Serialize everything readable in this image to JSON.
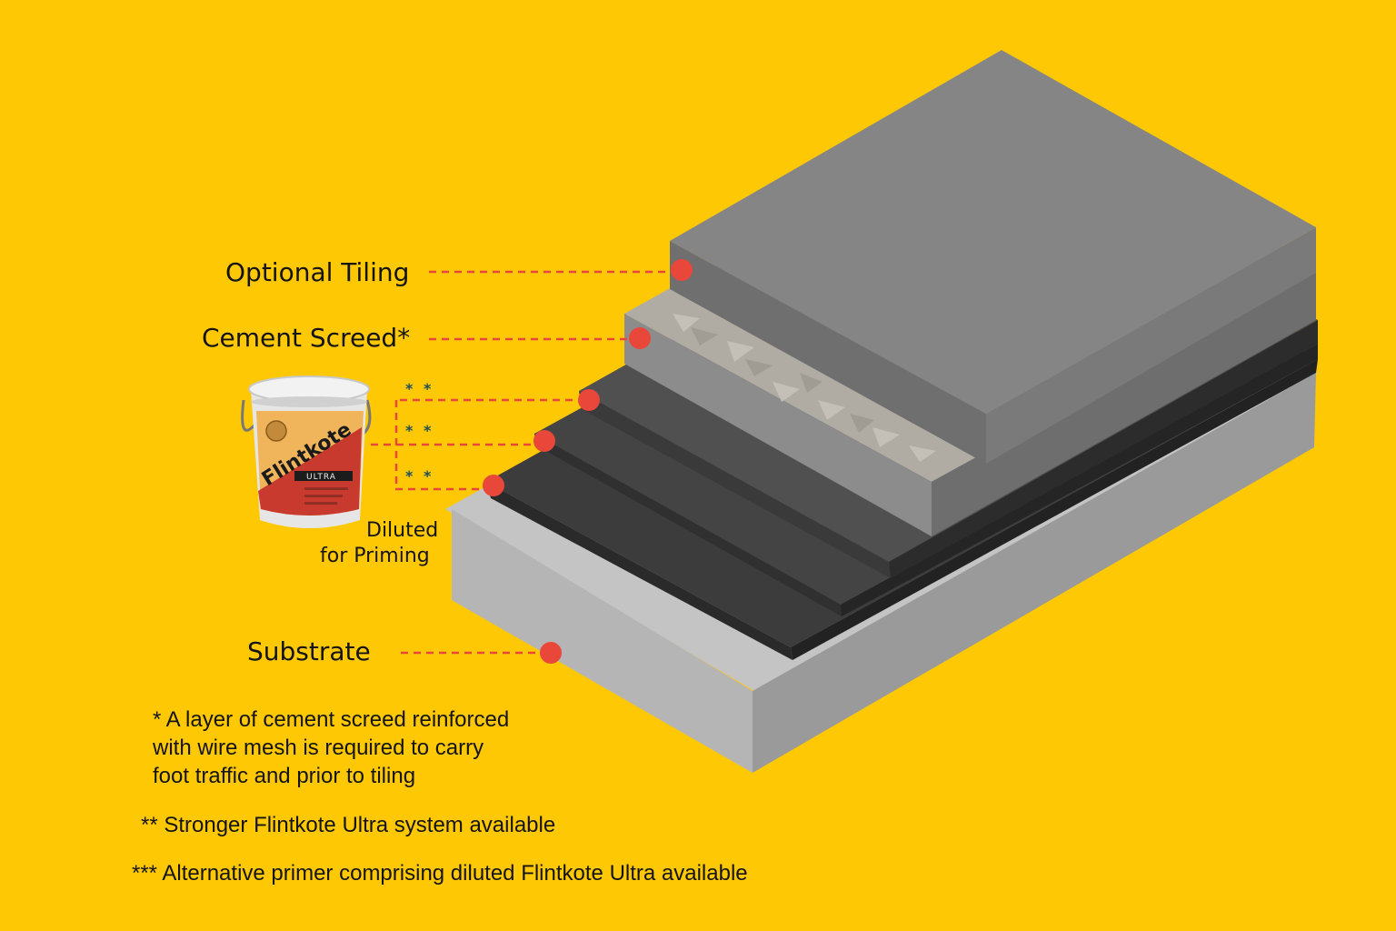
{
  "labels": {
    "tiling": "Optional  Tiling",
    "screed": "Cement Screed*",
    "substrate": "Substrate",
    "primer_line1": "Diluted",
    "primer_line2": "for Priming",
    "double_asterisk": "* *"
  },
  "product": {
    "brand": "Flintkote",
    "variant": "ULTRA"
  },
  "notes": {
    "screed_line1": "* A layer of cement screed reinforced",
    "screed_line2": "with wire   mesh is required to carry",
    "screed_line3": "foot traffic and prior to tiling",
    "ultra_system": "** Stronger Flintkote Ultra system available",
    "alt_primer": "*** Alternative primer comprising diluted Flintkote Ultra available"
  },
  "colors": {
    "background": "#FFC805",
    "callout": "#E8473A",
    "tiling": "#808080",
    "screed": "#A8A39B",
    "membrane": "#3A3A3A",
    "substrate": "#B9B9B9"
  }
}
